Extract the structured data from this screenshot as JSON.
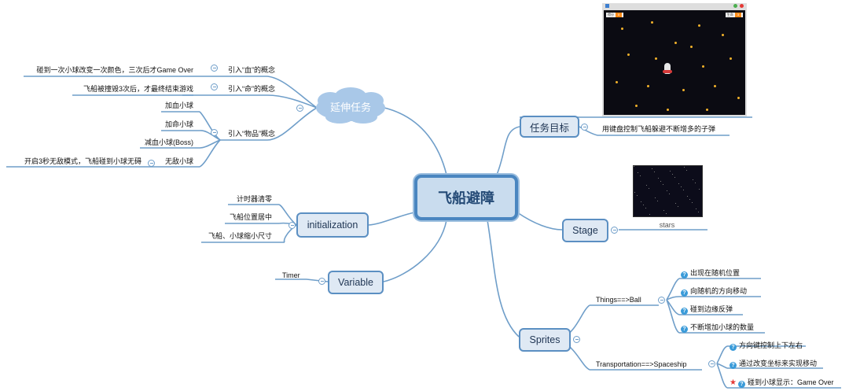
{
  "central": "飞船避障",
  "branches": {
    "extension": {
      "title": "延伸任务",
      "items": {
        "blood": {
          "label": "引入“血”的概念",
          "detail": "碰到一次小球改变一次颜色，三次后才Game Over"
        },
        "life": {
          "label": "引入“命”的概念",
          "detail": "飞船被撞毁3次后，才最终结束游戏"
        },
        "items": {
          "label": "引入“物品”概念",
          "children": [
            "加血小球",
            "加命小球",
            "减血小球(Boss)",
            "无敌小球"
          ],
          "invincible_detail": "开启3秒无敌模式，飞船碰到小球无碍"
        }
      }
    },
    "initialization": {
      "title": "initialization",
      "items": [
        "计时器清零",
        "飞船位置居中",
        "飞船、小球缩小尺寸"
      ]
    },
    "variable": {
      "title": "Variable",
      "items": [
        "Timer"
      ]
    },
    "goal": {
      "title": "任务目标",
      "detail": "用键盘控制飞船躲避不断增多的子弹"
    },
    "stage": {
      "title": "Stage",
      "backdrop": "stars"
    },
    "sprites": {
      "title": "Sprites",
      "ball": {
        "label": "Things==>Ball",
        "items": [
          "出现在随机位置",
          "向随机的方向移动",
          "碰到边缘反弹",
          "不断增加小球的数量"
        ]
      },
      "ship": {
        "label": "Transportation==>Spaceship",
        "items": [
          "方向键控制上下左右",
          "通过改变坐标来实现移动",
          "碰到小球显示：Game Over"
        ]
      }
    }
  },
  "game_preview": {
    "score_label": "得分",
    "life_label": "生命"
  },
  "colors": {
    "link": "#6f9ec9",
    "topic_fill": "#dfe9f4",
    "topic_border": "#5b8fc2",
    "cloud": "#a9c8e8",
    "icon_info": "#3a9bd9",
    "star": "#e53935"
  }
}
